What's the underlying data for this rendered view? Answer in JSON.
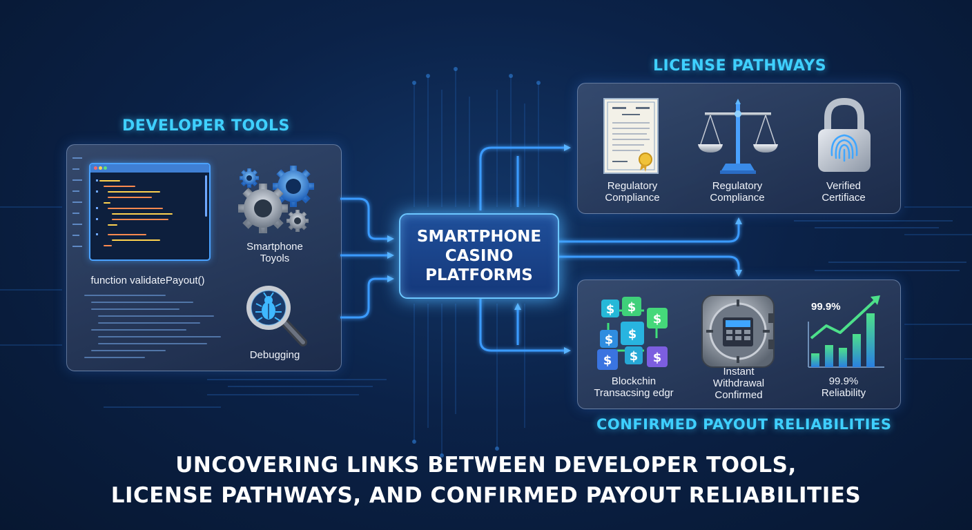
{
  "sections": {
    "developer_tools": {
      "title": "DEVELOPER TOOLS"
    },
    "license_pathways": {
      "title": "LICENSE PATHWAYS"
    },
    "payout": {
      "title": "CONFIRMED PAYOUT RELIABILITIES"
    }
  },
  "hub": {
    "label": "SMARTPHONE\nCASINO\nPLATFORMS"
  },
  "developer": {
    "function_label": "function validatePayout()",
    "tools_label": "Smartphone\nToyols",
    "debug_label": "Debugging"
  },
  "license": {
    "items": [
      {
        "label": "Regulatory\nCompliance",
        "icon": "certificate-icon"
      },
      {
        "label": "Regulatory\nCompliance",
        "icon": "scales-icon"
      },
      {
        "label": "Verified\nCertifiace",
        "icon": "padlock-fingerprint-icon"
      }
    ]
  },
  "payout": {
    "items": [
      {
        "label": "Blockchin\nTransacsing edgr",
        "icon": "dollar-blocks-icon"
      },
      {
        "label": "Instant\nWithdrawal\nConfirmed",
        "icon": "vault-icon"
      },
      {
        "label": "99.9%\nReliability",
        "icon": "growth-chart-icon"
      }
    ],
    "chart_value": "99.9%"
  },
  "headline": {
    "line1": "UNCOVERING LINKS BETWEEN DEVELOPER TOOLS,",
    "line2": "LICENSE PATHWAYS, AND CONFIRMED PAYOUT RELIABILITIES"
  },
  "colors": {
    "accent": "#3fd0ff",
    "connector": "#3a9bff",
    "background": "#0b2248",
    "green": "#3fe07a"
  }
}
